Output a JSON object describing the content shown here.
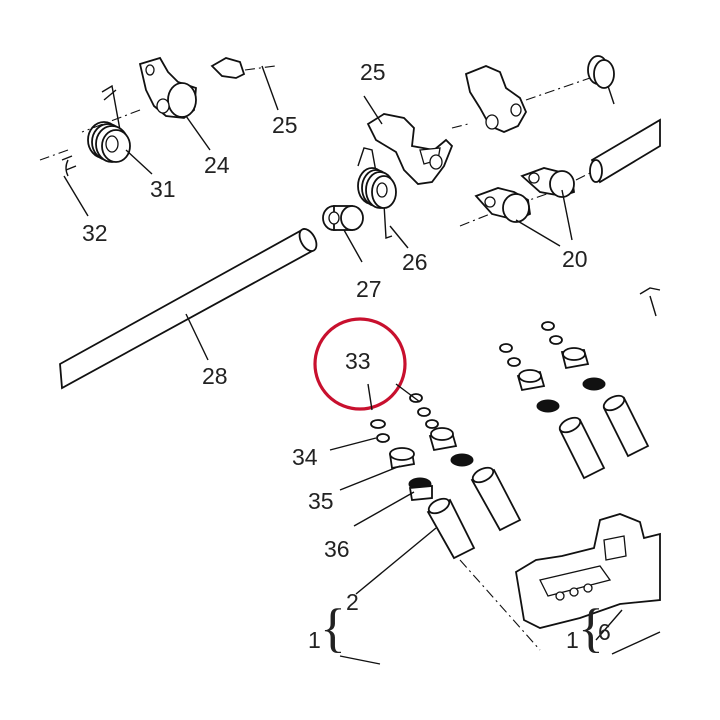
{
  "callouts": [
    {
      "id": "c25a",
      "text": "25"
    },
    {
      "id": "c25b",
      "text": "25"
    },
    {
      "id": "c24",
      "text": "24"
    },
    {
      "id": "c31",
      "text": "31"
    },
    {
      "id": "c32",
      "text": "32"
    },
    {
      "id": "c26",
      "text": "26"
    },
    {
      "id": "c27",
      "text": "27"
    },
    {
      "id": "c20",
      "text": "20"
    },
    {
      "id": "c28",
      "text": "28"
    },
    {
      "id": "c33",
      "text": "33"
    },
    {
      "id": "c34",
      "text": "34"
    },
    {
      "id": "c35",
      "text": "35"
    },
    {
      "id": "c36",
      "text": "36"
    },
    {
      "id": "c2",
      "text": "2"
    },
    {
      "id": "c1a",
      "text": "1"
    },
    {
      "id": "c1b",
      "text": "1"
    },
    {
      "id": "c6",
      "text": "6"
    }
  ],
  "highlight": {
    "callout": "33",
    "color": "#c8102e"
  },
  "brace_glyph": "{",
  "colors": {
    "ink": "#111111",
    "highlight": "#c8102e",
    "background": "#ffffff"
  }
}
